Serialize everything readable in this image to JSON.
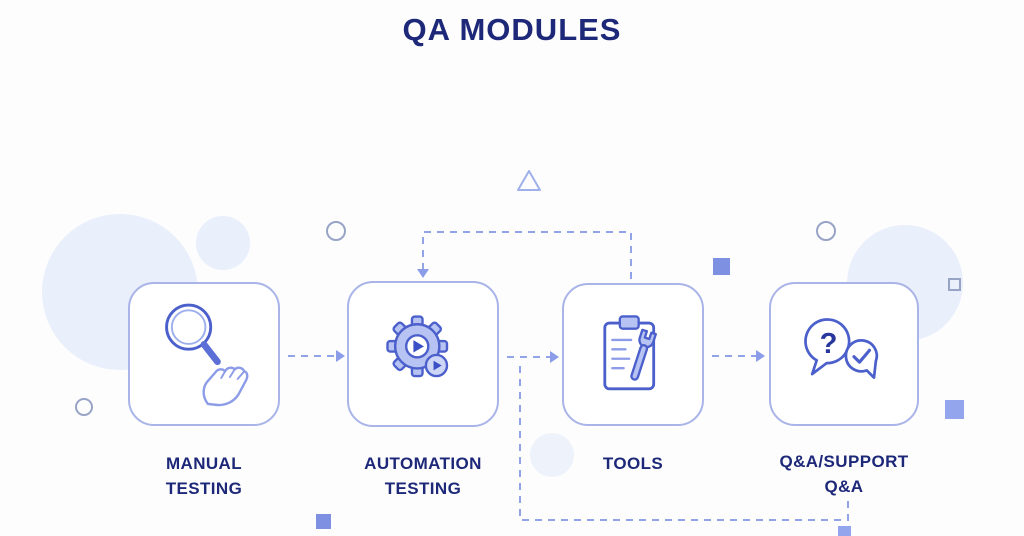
{
  "title": "QA MODULES",
  "modules": [
    {
      "label": "MANUAL\nTESTING",
      "icon": "magnifying-glass-hand-icon"
    },
    {
      "label": "AUTOMATION\nTESTING",
      "icon": "gear-play-icon"
    },
    {
      "label": "TOOLS",
      "icon": "clipboard-wrench-icon"
    },
    {
      "label": "Q&A/SUPPORT\nQ&A",
      "icon": "question-answer-bubbles-icon",
      "question_mark": "?"
    }
  ],
  "connectors": {
    "flow": [
      "manual-to-automation",
      "automation-to-tools",
      "tools-to-support"
    ],
    "loops": [
      "top-loop-into-automation-and-tools",
      "bottom-loop-under-tools-and-support"
    ]
  },
  "colors": {
    "title_text": "#1d2878",
    "label_text": "#1d2878",
    "card_border": "#a9b4e8",
    "icon_stroke": "#4c60cc",
    "icon_fill": "#b7c3f2",
    "connector": "#93a3e8",
    "decor_blob": "#e9effb",
    "decor_square_dark": "#7e90e2",
    "decor_square_light": "#93a5ec",
    "decor_ring": "#98a4c6"
  }
}
